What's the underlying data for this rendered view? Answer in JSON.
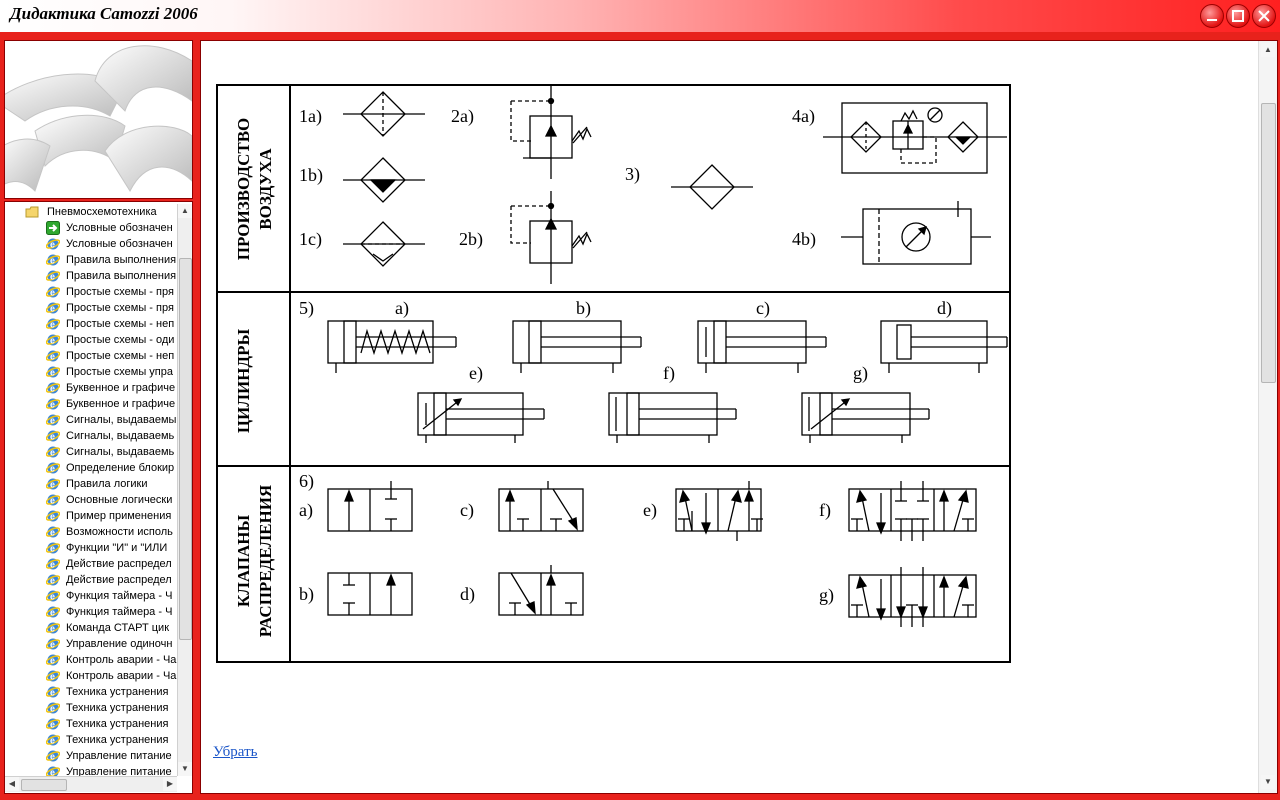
{
  "window": {
    "title": "Дидактика Camozzi 2006",
    "controls": [
      "minimize",
      "maximize",
      "close"
    ]
  },
  "tree": {
    "root": "Пневмосхемотехника",
    "items": [
      "Условные обозначен",
      "Условные обозначен",
      "Правила выполнения",
      "Правила выполнения",
      "Простые схемы - пря",
      "Простые схемы - пря",
      "Простые схемы - неп",
      "Простые схемы - оди",
      "Простые схемы - неп",
      "Простые схемы упра",
      "Буквенное и графиче",
      "Буквенное и графиче",
      "Сигналы, выдаваемы",
      "Сигналы, выдаваемь",
      "Сигналы, выдаваемь",
      "Определение блокир",
      "Правила логики",
      "Основные логически",
      "Пример применения",
      "Возможности исполь",
      "Функции \"И\" и \"ИЛИ",
      "Действие распредел",
      "Действие распредел",
      "Функция таймера - Ч",
      "Функция таймера - Ч",
      "Команда СТАРТ цик",
      "Управление одиночн",
      "Контроль аварии - Ча",
      "Контроль аварии - Ча",
      "Техника устранения",
      "Техника устранения",
      "Техника устранения",
      "Техника устранения",
      "Управление питание",
      "Управление питание"
    ],
    "selected_index": 0
  },
  "diagram": {
    "sections": {
      "air": "ПРОИЗВОДСТВО ВОЗДУХА",
      "cylinders": "ЦИЛИНДРЫ",
      "valves": "КЛАПАНЫ РАСПРЕДЕЛЕНИЯ"
    },
    "air_labels": [
      "1a)",
      "1b)",
      "1c)",
      "2a)",
      "2b)",
      "3)",
      "4a)",
      "4b)"
    ],
    "cyl_labels": [
      "5)",
      "a)",
      "b)",
      "c)",
      "d)",
      "e)",
      "f)",
      "g)"
    ],
    "valve_labels": [
      "6)",
      "a)",
      "b)",
      "c)",
      "d)",
      "e)",
      "f)",
      "g)"
    ]
  },
  "link": {
    "remove": "Убрать"
  }
}
